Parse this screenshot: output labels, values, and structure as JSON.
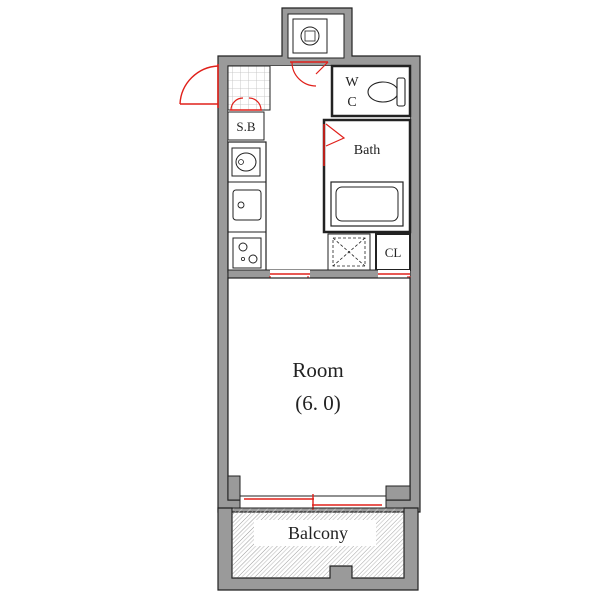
{
  "plan": {
    "room": {
      "label": "Room",
      "size": "(6. 0)"
    },
    "bath": {
      "label": "Bath"
    },
    "wc": {
      "label_line1": "W",
      "label_line2": "C"
    },
    "shoe_box": {
      "label": "S.B"
    },
    "closet": {
      "label": "CL"
    },
    "balcony": {
      "label": "Balcony"
    }
  },
  "colors": {
    "wall": "#9a9a9a",
    "wall_outline": "#222222",
    "door": "#e0201a",
    "hatch": "#8a8a8a"
  }
}
